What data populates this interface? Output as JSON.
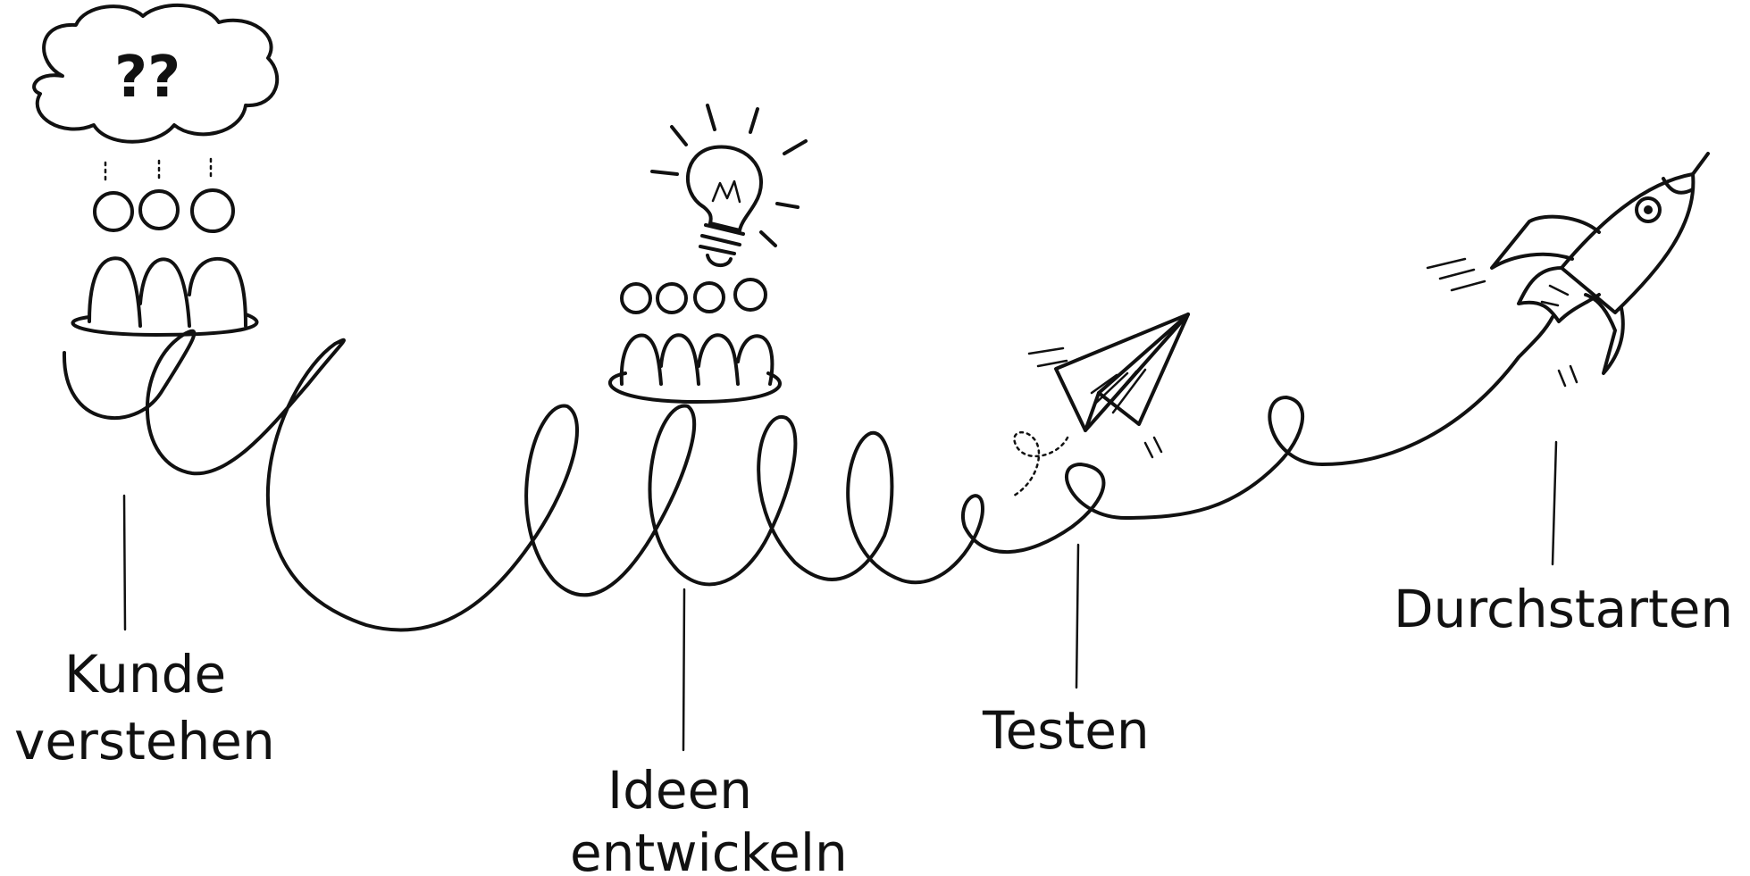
{
  "diagram": {
    "stages": [
      {
        "id": "kunde-verstehen",
        "lines": [
          "Kunde",
          "verstehen"
        ],
        "icon": "confused-team-icon"
      },
      {
        "id": "ideen-entwickeln",
        "lines": [
          "Ideen",
          "entwickeln"
        ],
        "icon": "idea-team-icon"
      },
      {
        "id": "testen",
        "lines": [
          "Testen"
        ],
        "icon": "paper-plane-icon"
      },
      {
        "id": "durchstarten",
        "lines": [
          "Durchstarten"
        ],
        "icon": "rocket-icon"
      }
    ],
    "thought_bubble_text": "??",
    "ink_color": "#111111",
    "background_color": "#ffffff"
  }
}
